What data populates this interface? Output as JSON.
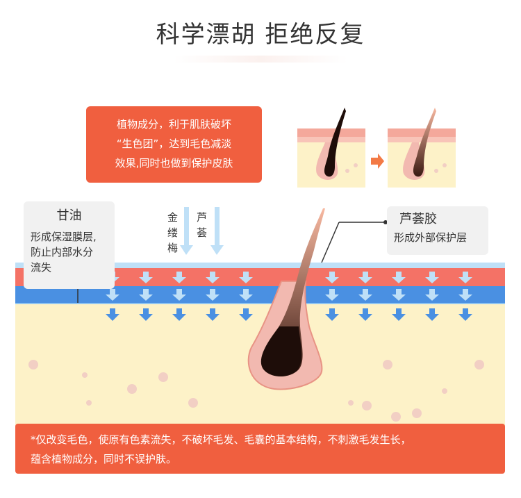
{
  "title": "科学漂胡 拒绝反复",
  "orange_note": {
    "lines": [
      "植物成分，利于肌肤破坏",
      "“生色团”，达到毛色减淡",
      "效果,同时也做到保护皮肤"
    ]
  },
  "glycerin": {
    "name": "甘油",
    "desc_lines": [
      "形成保湿膜层,",
      "防止内部水分",
      "流失"
    ]
  },
  "aloe": {
    "name": "芦荟胶",
    "desc": "形成外部保护层"
  },
  "arrow_labels": {
    "jin": [
      "金",
      "缕",
      "梅"
    ],
    "lu": [
      "芦",
      "荟"
    ]
  },
  "bottom_note": {
    "lines": [
      "*仅改变毛色，使原有色素流失，不破坏毛发、毛囊的基本结构，不刺激毛发生长，",
      "蕴含植物成分，同时不误护肤。"
    ]
  },
  "colors": {
    "accent_orange": "#f05f3f",
    "skin_cream": "#fdf2c8",
    "layer_red": "#f47266",
    "layer_blue": "#4a90e2",
    "layer_light_blue": "#bfe0f7",
    "hair_dark": "#2a1410",
    "follicle_pink": "#f2b9b0"
  }
}
